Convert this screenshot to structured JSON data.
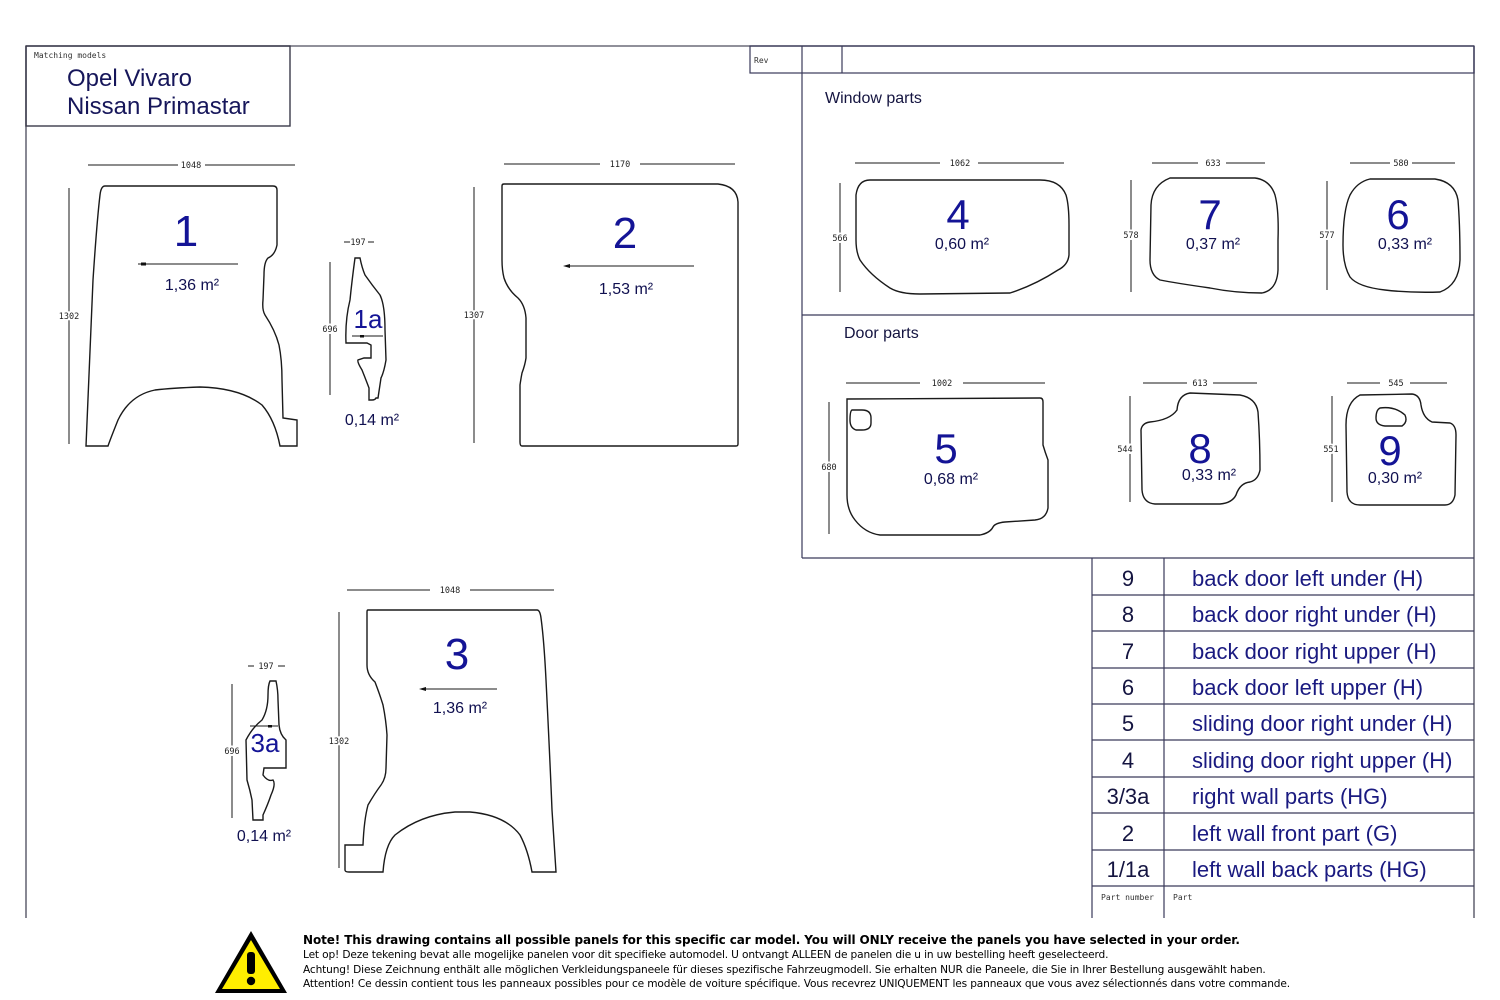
{
  "header": {
    "matching_label": "Matching models",
    "models": [
      "Opel Vivaro",
      "Nissan Primastar"
    ],
    "rev_label": "Rev"
  },
  "sections": {
    "window_parts": "Window parts",
    "door_parts": "Door parts"
  },
  "panels": {
    "p1": {
      "number": "1",
      "area": "1,36 m²",
      "width": "1048",
      "height": "1302"
    },
    "p1a": {
      "number": "1a",
      "area": "0,14 m²",
      "width": "197",
      "height": "696"
    },
    "p2": {
      "number": "2",
      "area": "1,53 m²",
      "width": "1170",
      "height": "1307"
    },
    "p3": {
      "number": "3",
      "area": "1,36 m²",
      "width": "1048",
      "height": "1302"
    },
    "p3a": {
      "number": "3a",
      "area": "0,14 m²",
      "width": "197",
      "height": "696"
    },
    "p4": {
      "number": "4",
      "area": "0,60 m²",
      "width": "1062",
      "height": "566"
    },
    "p7": {
      "number": "7",
      "area": "0,37 m²",
      "width": "633",
      "height": "578"
    },
    "p6": {
      "number": "6",
      "area": "0,33 m²",
      "width": "580",
      "height": "577"
    },
    "p5": {
      "number": "5",
      "area": "0,68 m²",
      "width": "1002",
      "height": "680"
    },
    "p8": {
      "number": "8",
      "area": "0,33 m²",
      "width": "613",
      "height": "544"
    },
    "p9": {
      "number": "9",
      "area": "0,30 m²",
      "width": "545",
      "height": "551"
    }
  },
  "parts_table": {
    "rows": [
      {
        "number": "9",
        "part": "back door left under (H)"
      },
      {
        "number": "8",
        "part": "back door right under (H)"
      },
      {
        "number": "7",
        "part": "back door right upper (H)"
      },
      {
        "number": "6",
        "part": "back door left upper (H)"
      },
      {
        "number": "5",
        "part": "sliding door right under (H)"
      },
      {
        "number": "4",
        "part": "sliding door right upper (H)"
      },
      {
        "number": "3/3a",
        "part": "right wall parts  (HG)"
      },
      {
        "number": "2",
        "part": "left wall front part (G)"
      },
      {
        "number": "1/1a",
        "part": "left wall back parts (HG)"
      }
    ],
    "footer_number_label": "Part number",
    "footer_part_label": "Part"
  },
  "note": {
    "icon": "warning-icon",
    "en": "Note! This drawing contains all possible panels for this specific car model. You will ONLY receive the panels you have selected in your order.",
    "nl": "Let op! Deze tekening bevat alle mogelijke panelen voor dit specifieke automodel. U ontvangt ALLEEN de panelen die u in uw bestelling heeft geselecteerd.",
    "de": "Achtung! Diese Zeichnung enthält alle möglichen Verkleidungspaneele für dieses spezifische Fahrzeugmodell. Sie erhalten NUR die Paneele, die Sie in Ihrer Bestellung ausgewählt haben.",
    "fr": "Attention! Ce dessin contient tous les panneaux possibles pour ce modèle de voiture spécifique. Vous recevrez UNIQUEMENT les panneaux que vous avez sélectionnés dans votre commande."
  },
  "colors": {
    "part_number": "#141496",
    "table_text": "#1a1a80",
    "frame": "#6b6b78",
    "warning_fill": "#ffee00"
  }
}
